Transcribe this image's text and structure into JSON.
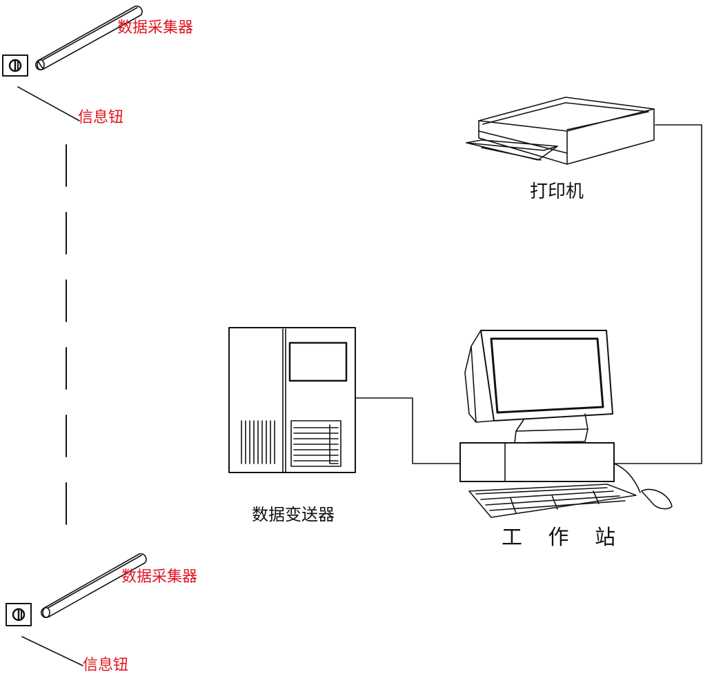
{
  "labels": {
    "collector_top": "数据采集器",
    "button_top": "信息钮",
    "collector_bottom": "数据采集器",
    "button_bottom": "信息钮",
    "printer": "打印机",
    "transmitter": "数据变送器",
    "workstation": "工 作 站"
  },
  "colors": {
    "label_red": "#e0141e",
    "line": "#111111"
  }
}
